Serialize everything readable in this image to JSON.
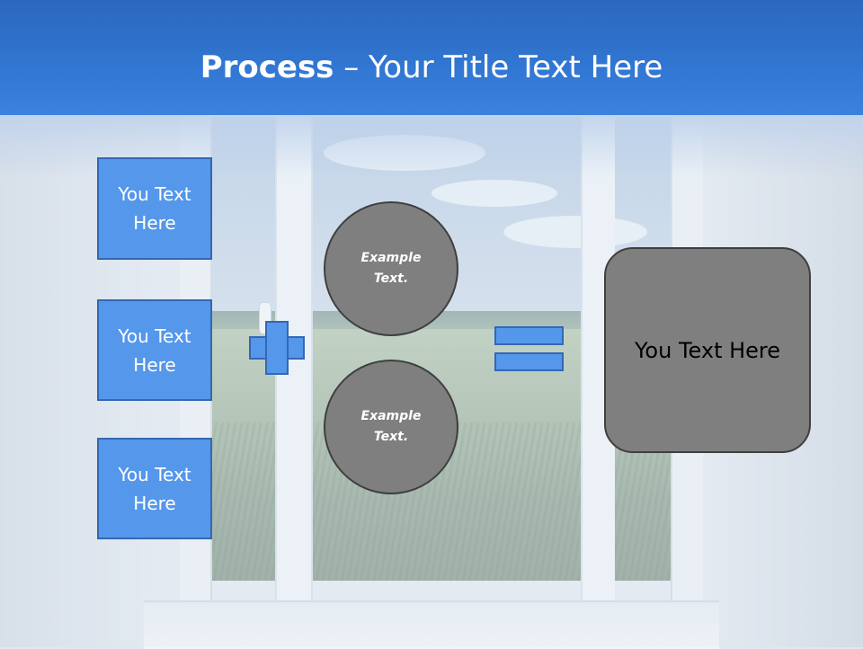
{
  "header": {
    "title_bold": "Process",
    "title_rest": " – Your Title Text Here"
  },
  "left_boxes": [
    {
      "label": "You Text Here"
    },
    {
      "label": "You Text Here"
    },
    {
      "label": "You Text Here"
    }
  ],
  "circles": [
    {
      "label": "Example Text."
    },
    {
      "label": "Example Text."
    }
  ],
  "result": {
    "label": "You Text Here"
  },
  "colors": {
    "header_blue": "#3177d3",
    "box_blue": "#5597ea",
    "box_border": "#3467b4",
    "shape_gray": "#7f7f7f",
    "shape_border": "#3f3f3f"
  }
}
